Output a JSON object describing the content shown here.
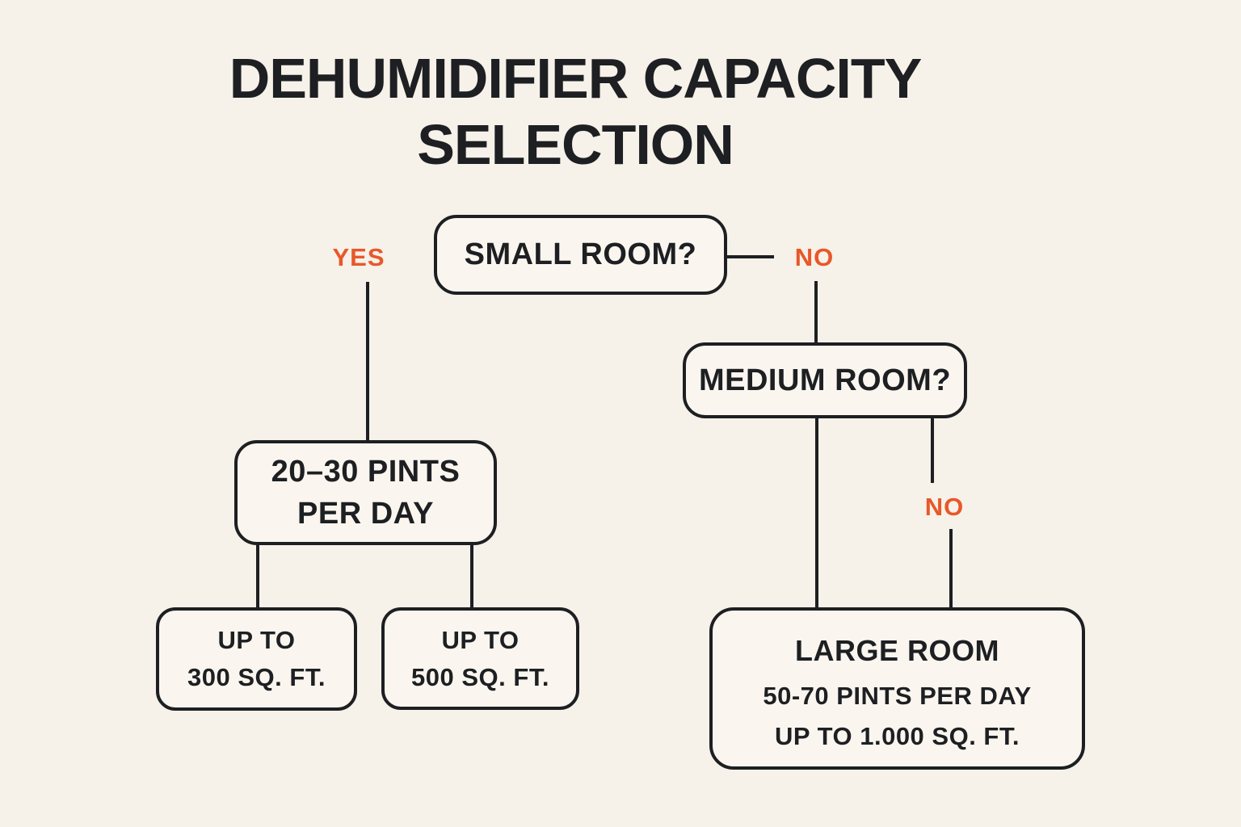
{
  "title": {
    "line1": "DEHUMIDIFIER CAPACITY",
    "line2": "SELECTION"
  },
  "colors": {
    "background": "#f6f1e9",
    "box_fill": "#faf6ef",
    "line": "#1d1f22",
    "text": "#1d1f22",
    "accent_orange": "#e7582a"
  },
  "nodes": {
    "small_room": {
      "label": "SMALL ROOM?"
    },
    "medium_room": {
      "label": "MEDIUM ROOM?"
    },
    "pints_20_30": {
      "line1": "20–30 PINTS",
      "line2": "PER DAY"
    },
    "up_to_300": {
      "line1": "UP TO",
      "line2": "300 SQ. FT."
    },
    "up_to_500": {
      "line1": "UP TO",
      "line2": "500 SQ. FT."
    },
    "large_room": {
      "title": "LARGE ROOM",
      "line1": "50-70 PINTS PER DAY",
      "line2": "UP TO 1.000 SQ. FT."
    }
  },
  "edges": {
    "small_room_yes": "YES",
    "small_room_no": "NO",
    "medium_room_no": "NO"
  }
}
